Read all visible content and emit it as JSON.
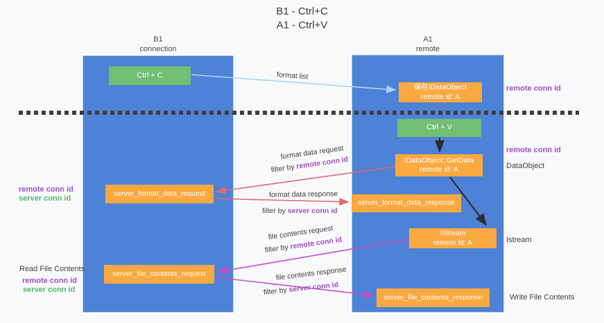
{
  "title": {
    "line1": "B1 - Ctrl+C",
    "line2": "A1 - Ctrl+V"
  },
  "lanes": {
    "left": {
      "title": "B1",
      "subtitle": "connection"
    },
    "right": {
      "title": "A1",
      "subtitle": "remote"
    }
  },
  "nodes": {
    "ctrl_c": {
      "label": "Ctrl + C"
    },
    "saved_idataobject": {
      "line1": "保存IDataObject",
      "line2": "remote id: A"
    },
    "ctrl_v": {
      "label": "Ctrl + V"
    },
    "getdata": {
      "line1": "IDataObject::GetData",
      "line2": "remote id: A"
    },
    "server_format_data_request": {
      "label": "server_format_data_request"
    },
    "server_format_data_response": {
      "label": "server_format_data_response"
    },
    "istream": {
      "line1": "IStream",
      "line2": "remote id: A"
    },
    "server_file_contents_request": {
      "label": "server_file_contents_request"
    },
    "server_file_contents_response": {
      "label": "server_file_contents_response"
    }
  },
  "flow_labels": {
    "format_list": "format list",
    "format_data_request": "format data request",
    "format_data_response": "format data response",
    "file_contents_request": "file contents request",
    "file_contents_response": "file contents response",
    "filter_by": "filter by ",
    "remote_conn_id": "remote conn id",
    "server_conn_id": "server conn id"
  },
  "side_labels": {
    "remote_conn_id": "remote conn id",
    "server_conn_id": "server conn id",
    "dataobject": "DataObject",
    "istream": "Istream",
    "read_file_contents": "Read File Contents",
    "write_file_contents": "Write File Contents"
  },
  "colors": {
    "lane_blue": "#4E82D6",
    "node_green": "#71BE74",
    "node_orange": "#F9A940",
    "arrow_blue": "#A9D5F2",
    "arrow_red": "#E06A6A",
    "arrow_magenta": "#C44FC4",
    "arrow_black": "#2B2B2B",
    "label_purple": "#A050C0",
    "label_green": "#53B86A"
  }
}
